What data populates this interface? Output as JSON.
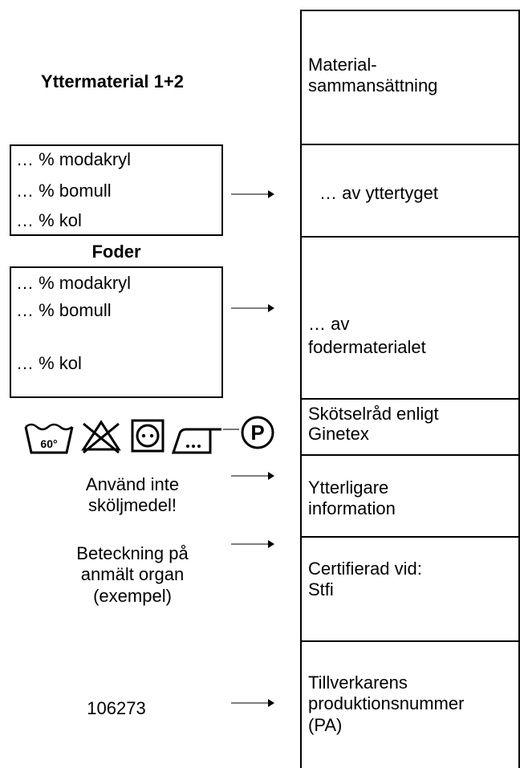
{
  "left": {
    "outer_heading": "Yttermaterial 1+2",
    "outer_fibers": [
      "… % modakryl",
      "… % bomull",
      "… % kol"
    ],
    "lining_heading": "Foder",
    "lining_fibers": [
      "… % modakryl",
      "… % bomull",
      "… % kol"
    ],
    "care_symbols": {
      "wash_temp": "60°",
      "icons": [
        "wash-60-icon",
        "do-not-bleach-icon",
        "tumble-dry-low-icon",
        "iron-low-icon",
        "dry-clean-p-icon"
      ]
    },
    "no_softener": "Använd inte\nsköljmedel!",
    "notified_body": "Beteckning på\nanmält organ\n(exempel)",
    "production_no": "106273"
  },
  "right": {
    "material_composition": "Material-\nsammansättning",
    "of_outer": "… av yttertyget",
    "of_lining": "… av\nfodermaterialet",
    "care_advice": "Skötselråd enligt\nGinetex",
    "further_info": "Ytterligare\ninformation",
    "certified": "Certifierad vid:\nStfi",
    "manufacturer_no": "Tillverkarens\nproduktionsnummer\n(PA)"
  }
}
